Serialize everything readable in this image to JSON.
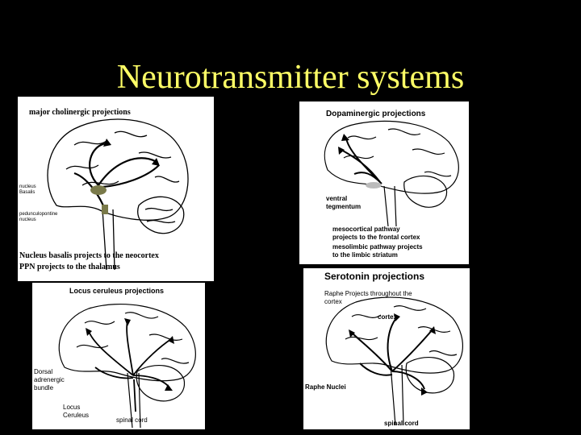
{
  "slide": {
    "title": "Neurotransmitter systems"
  },
  "panels": {
    "cholinergic": {
      "heading": "major cholinergic projections",
      "label_nucleus": "nucleus\nBasalis",
      "label_ppn": "pedunculopontine\nnucleus",
      "caption_1": "Nucleus basalis projects to the neocortex",
      "caption_2": "PPN projects to the thalamus"
    },
    "dopaminergic": {
      "heading": "Dopaminergic projections",
      "label_vta": "ventral\ntegmentum",
      "caption_1": "mesocortical pathway\nprojects to the frontal cortex",
      "caption_2": "mesolimbic pathway projects\nto the limbic striatum"
    },
    "locus": {
      "heading": "Locus ceruleus projections",
      "label_dorsal": "Dorsal\nadrenergic\nbundle",
      "label_lc": "Locus\nCeruleus",
      "label_spinal": "spinal cord"
    },
    "serotonin": {
      "heading": "Serotonin projections",
      "subheading": "Raphe Projects throughout the\ncortex",
      "label_cortex": "cortex",
      "label_raphe": "Raphe Nuclei",
      "label_spinal": "spinal cord"
    }
  }
}
